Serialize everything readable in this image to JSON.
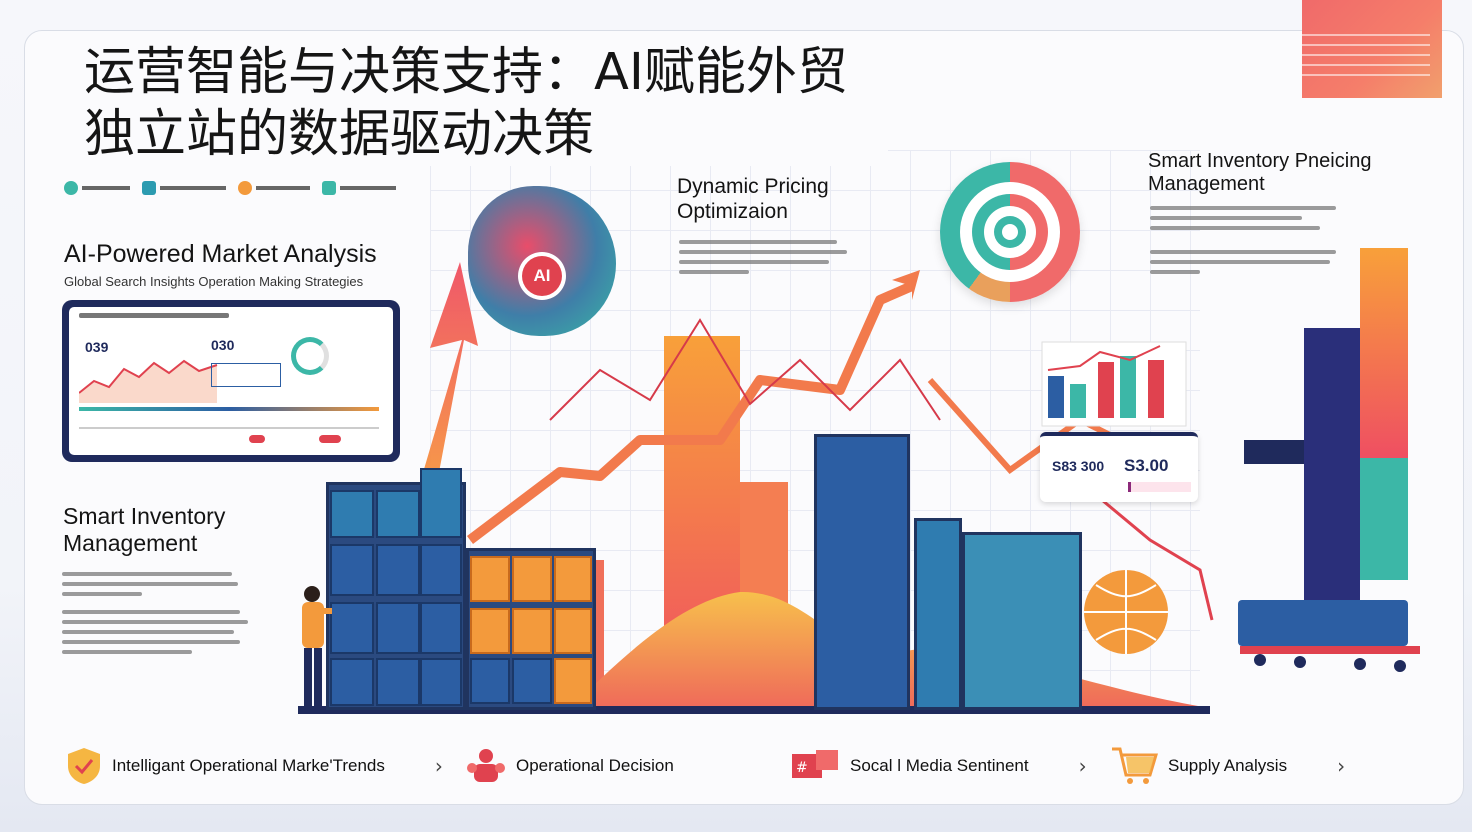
{
  "title": {
    "line1": "运营智能与决策支持：AI赋能外贸",
    "line2": "独立站的数据驱动决策"
  },
  "sections": {
    "ai_market": {
      "heading": "AI-Powered Market Analysis",
      "subheading": "Global Search Insights Operation Making Strategies",
      "dashboard_value_left": "039",
      "dashboard_value_right": "030"
    },
    "inventory": {
      "heading": "Smart Inventory Management"
    },
    "dynamic_pricing": {
      "heading": "Dynamic Pricing Optimizaion"
    },
    "smart_pricing": {
      "heading": "Smart Inventory Pneicing Management"
    },
    "price_card": {
      "price_left": "S83 300",
      "price_right": "S3.00"
    },
    "ai_badge": "AI"
  },
  "bottom_nav": [
    {
      "label": "Intelligant Operational  Marke'Trends",
      "icon": "shield-icon"
    },
    {
      "label": "Operational Decision",
      "icon": "people-icon"
    },
    {
      "label": "Socal l Media Sentinent",
      "icon": "social-media-icon"
    },
    {
      "label": "Supply Analysis",
      "icon": "cart-icon"
    }
  ],
  "colors": {
    "navy": "#1f2a5c",
    "coral": "#f06a6a",
    "teal": "#3cb7a7",
    "orange": "#f39a3c",
    "blue": "#2c5ea3"
  }
}
